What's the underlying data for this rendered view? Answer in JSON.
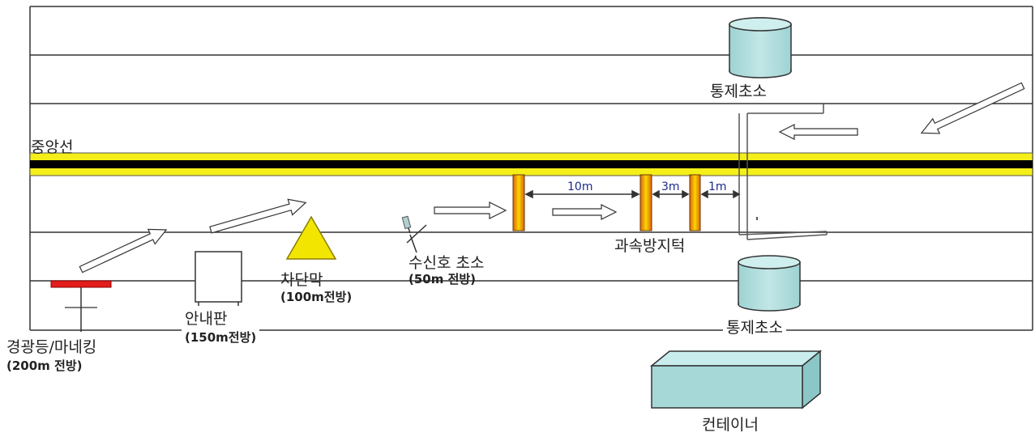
{
  "labels": {
    "center_line": "중앙선",
    "control_post_top": "통제초소",
    "control_post_bottom": "통제초소",
    "warning_light": "경광등/마네킹",
    "warning_light_dist": "(200m 전방)",
    "info_board": "안내판",
    "info_board_dist": "(150m전방)",
    "barrier": "차단막",
    "barrier_dist": "(100m전방)",
    "signal_post": "수신호 초소",
    "signal_post_dist": "(50m 전방)",
    "speed_bump": "과속방지턱",
    "container": "컨테이너"
  },
  "distances": {
    "d1": "10m",
    "d2": "3m",
    "d3": "1m"
  },
  "colors": {
    "lane_line": "#333333",
    "center_yellow": "#f5ef19",
    "center_black": "#000000",
    "tank_fill": "#a7d8d8",
    "container_fill": "#a7d8d8",
    "barrier_fill": "#f2e600",
    "warning_red": "#e31c1c",
    "speedbump_outer": "#e06a10",
    "speedbump_inner": "#f7d400",
    "distance_text": "#1a2a8c"
  }
}
